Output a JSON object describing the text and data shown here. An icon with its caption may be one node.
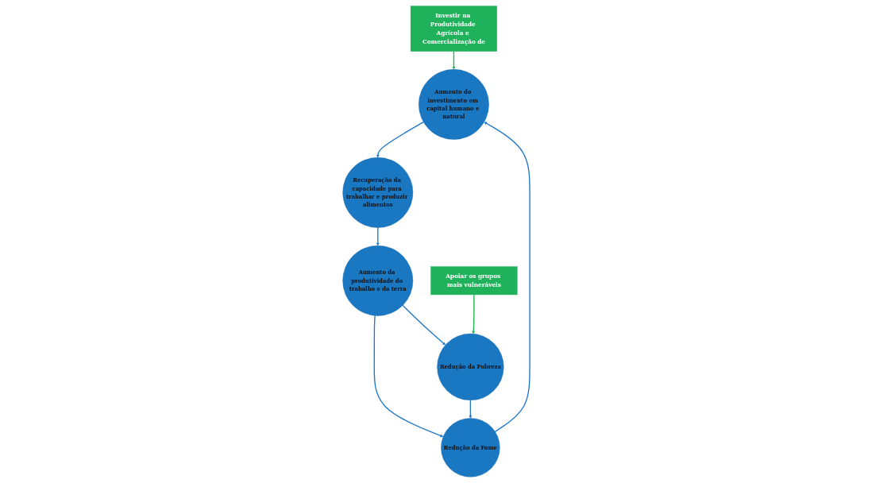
{
  "diagram": {
    "nodes": [
      {
        "text": [
          "Aumento do investimento em capital humano e natural"
        ]
      },
      {
        "text": [
          "Recuperação da capacidade para trabalhar e produzir alimentos"
        ]
      },
      {
        "text": [
          "Aumento da produtividade do trabalho e da terra"
        ]
      },
      {
        "text": [
          "Redução da Fome"
        ]
      },
      {
        "text": [
          "Redução da Pobreza"
        ]
      },
      {
        "text": [
          "Investir na Produtividade Agrícola e Comercialização de"
        ]
      },
      {
        "text": [
          "Apoiar os grupos mais vulneráveis"
        ]
      }
    ],
    "edges": [
      {
        "from": 0,
        "to": 1,
        "arrow": "to"
      },
      {
        "from": 1,
        "to": 2,
        "arrow": "to"
      },
      {
        "from": 2,
        "to": 3,
        "arrow": "to"
      },
      {
        "from": 2,
        "to": 4,
        "arrow": "to"
      },
      {
        "from": 4,
        "to": 3,
        "arrow": "to"
      },
      {
        "from": 3,
        "to": 0,
        "arrow": "to"
      },
      {
        "from": 5,
        "to": 0,
        "arrow": "to",
        "color": "#22b14c"
      },
      {
        "from": 6,
        "to": 4,
        "arrow": "to",
        "color": "#22b14c"
      }
    ]
  }
}
